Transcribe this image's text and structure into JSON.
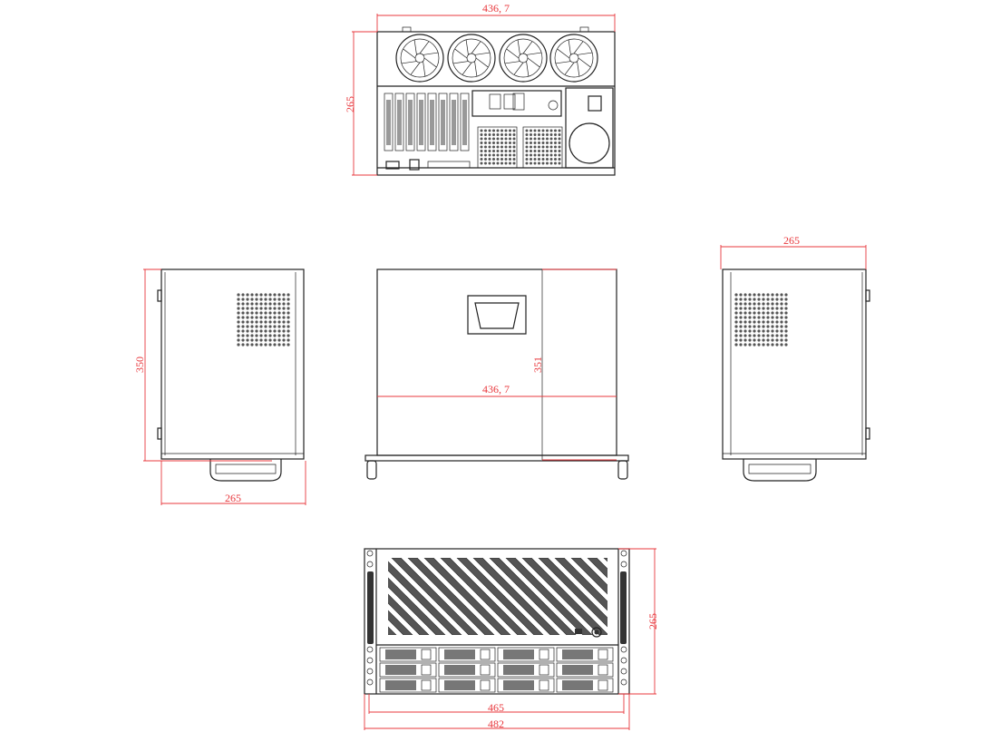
{
  "drawing": {
    "rear_view": {
      "width_label": "436, 7",
      "height_label": "265"
    },
    "left_side_view": {
      "depth_label": "350",
      "height_label": "265"
    },
    "top_view": {
      "depth_label": "351",
      "width_label": "436, 7"
    },
    "right_side_view": {
      "height_label": "265"
    },
    "front_view": {
      "height_label": "265",
      "inner_width_label": "465",
      "outer_width_label": "482"
    }
  },
  "colors": {
    "dimension": "#e8383d",
    "line": "#222222"
  }
}
